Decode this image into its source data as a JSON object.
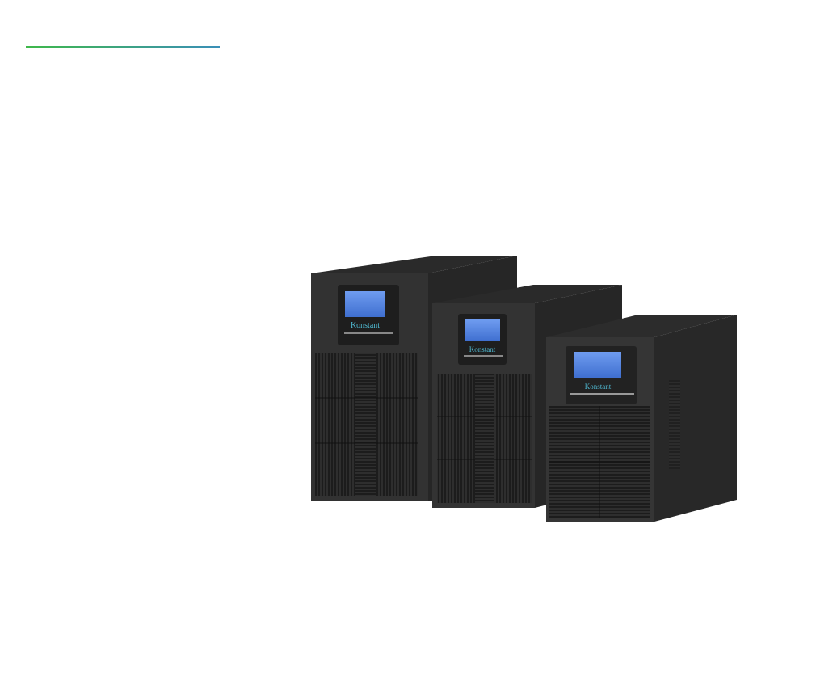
{
  "product_image": {
    "brand_logo": "Konstant",
    "units": [
      {
        "name": "large-tower-ups"
      },
      {
        "name": "medium-tower-ups"
      },
      {
        "name": "small-tower-ups"
      }
    ]
  },
  "colors": {
    "accent_start": "#3fb84a",
    "accent_end": "#3a8fb8",
    "cabinet": "#2b2b2b",
    "lcd": "#4f7fe0"
  }
}
